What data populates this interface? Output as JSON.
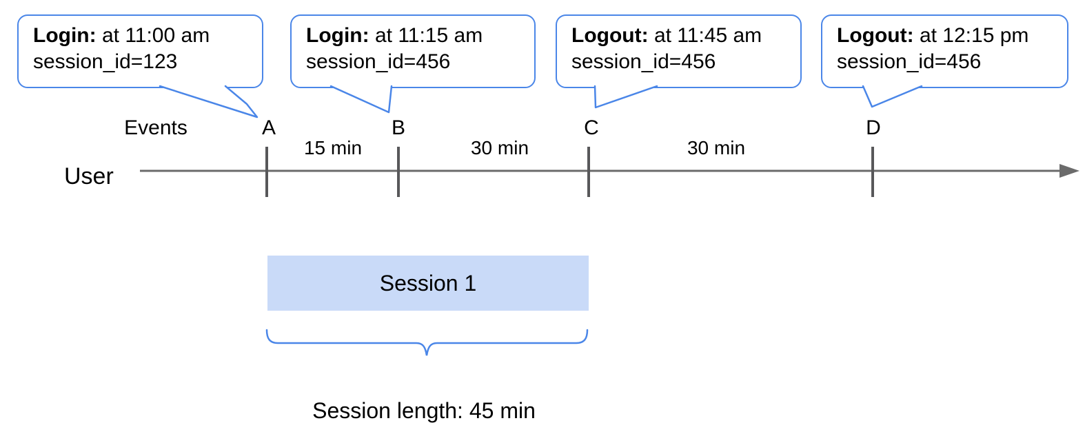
{
  "callouts": [
    {
      "label": "Login:",
      "rest": " at 11:00 am",
      "line2": "session_id=123"
    },
    {
      "label": "Login:",
      "rest": " at 11:15 am",
      "line2": "session_id=456"
    },
    {
      "label": "Logout:",
      "rest": " at 11:45 am",
      "line2": "session_id=456"
    },
    {
      "label": "Logout:",
      "rest": " at 12:15 pm",
      "line2": "session_id=456"
    }
  ],
  "timeline": {
    "row_label": "User",
    "events_label": "Events",
    "event_markers": [
      "A",
      "B",
      "C",
      "D"
    ],
    "intervals": [
      "15 min",
      "30 min",
      "30 min"
    ]
  },
  "session": {
    "box_label": "Session 1",
    "length_label": "Session length: 45 min"
  },
  "colors": {
    "accent_blue": "#4a86e8",
    "session_fill": "#c9daf8",
    "axis_gray": "#6b6b6b",
    "tick_gray": "#58585a"
  }
}
